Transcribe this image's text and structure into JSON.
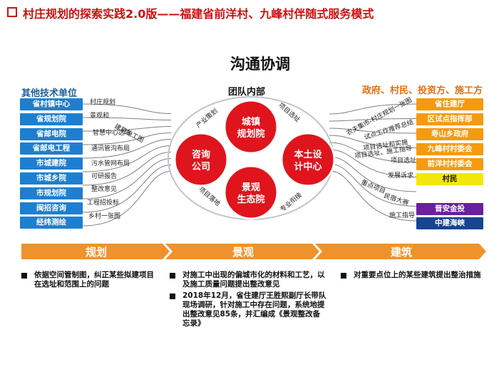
{
  "title": "村庄规划的探索实践2.0版——福建省前洋村、九峰村伴随式服务模式",
  "center_heading": "沟通协调",
  "left_heading": "其他技术单位",
  "middle_heading": "团队内部",
  "right_heading": "政府、村民、投资方、施工方",
  "left_units": [
    "省村镇中心",
    "省规划院",
    "省邮电院",
    "省邮电工程",
    "市城建院",
    "市城乡院",
    "市规划院",
    "闽招咨询",
    "经纬测绘"
  ],
  "left_links": [
    "村庄规划",
    "景观和",
    "建筑施工图",
    "智慧中心选址",
    "通讯管沟布局",
    "污水管网布局",
    "可研报告",
    "整改意见",
    "工程招投标",
    "乡村一张图"
  ],
  "right_parties": [
    "省住建厅",
    "区试点指挥部",
    "寿山乡政府",
    "九峰村村委会",
    "前洋村村委会",
    "村民",
    "晋安金投",
    "中建海峡"
  ],
  "right_links": [
    "农夫集市-村庄规划一张图",
    "试点工作推荐总结",
    "项目选址和实施",
    "项目选址、施工指导",
    "项目选址",
    "发展诉求",
    "重点项目",
    "民宿大赛",
    "施工指导"
  ],
  "circles": [
    "城镇规划院",
    "本土设计中心",
    "景观生态院",
    "咨询公司"
  ],
  "ring_labels": [
    "产业策划",
    "项目选址",
    "专业衔接",
    "项目落地"
  ],
  "phases": [
    "规划",
    "景观",
    "建筑"
  ],
  "notes": {
    "planning": [
      "依据空间管制图，纠正某些拟建项目在选址和范围上的问题"
    ],
    "landscape": [
      "对施工中出现的偏城市化的材料和工艺，以及施工质量问题提出整改意见",
      "2018年12月，省住建厅王胜熙副厅长带队现场调研，针对施工中存在问题，系统地提出整改意见85条，并汇编成《景观整改备忘录》"
    ],
    "architecture": [
      "对重要点位上的某些建筑提出整治措施"
    ]
  },
  "colors": {
    "title_red": "#cc1010",
    "left_box_blue": "#1e7fd0",
    "heading_orange": "#e07010",
    "box_orange": "#f59a0e",
    "box_yellow": "#f5e60a",
    "box_purple": "#6a1fa0",
    "box_darkblue": "#17448f",
    "circle_red": "#e0141c",
    "arrow_orange": "#f0922c"
  }
}
